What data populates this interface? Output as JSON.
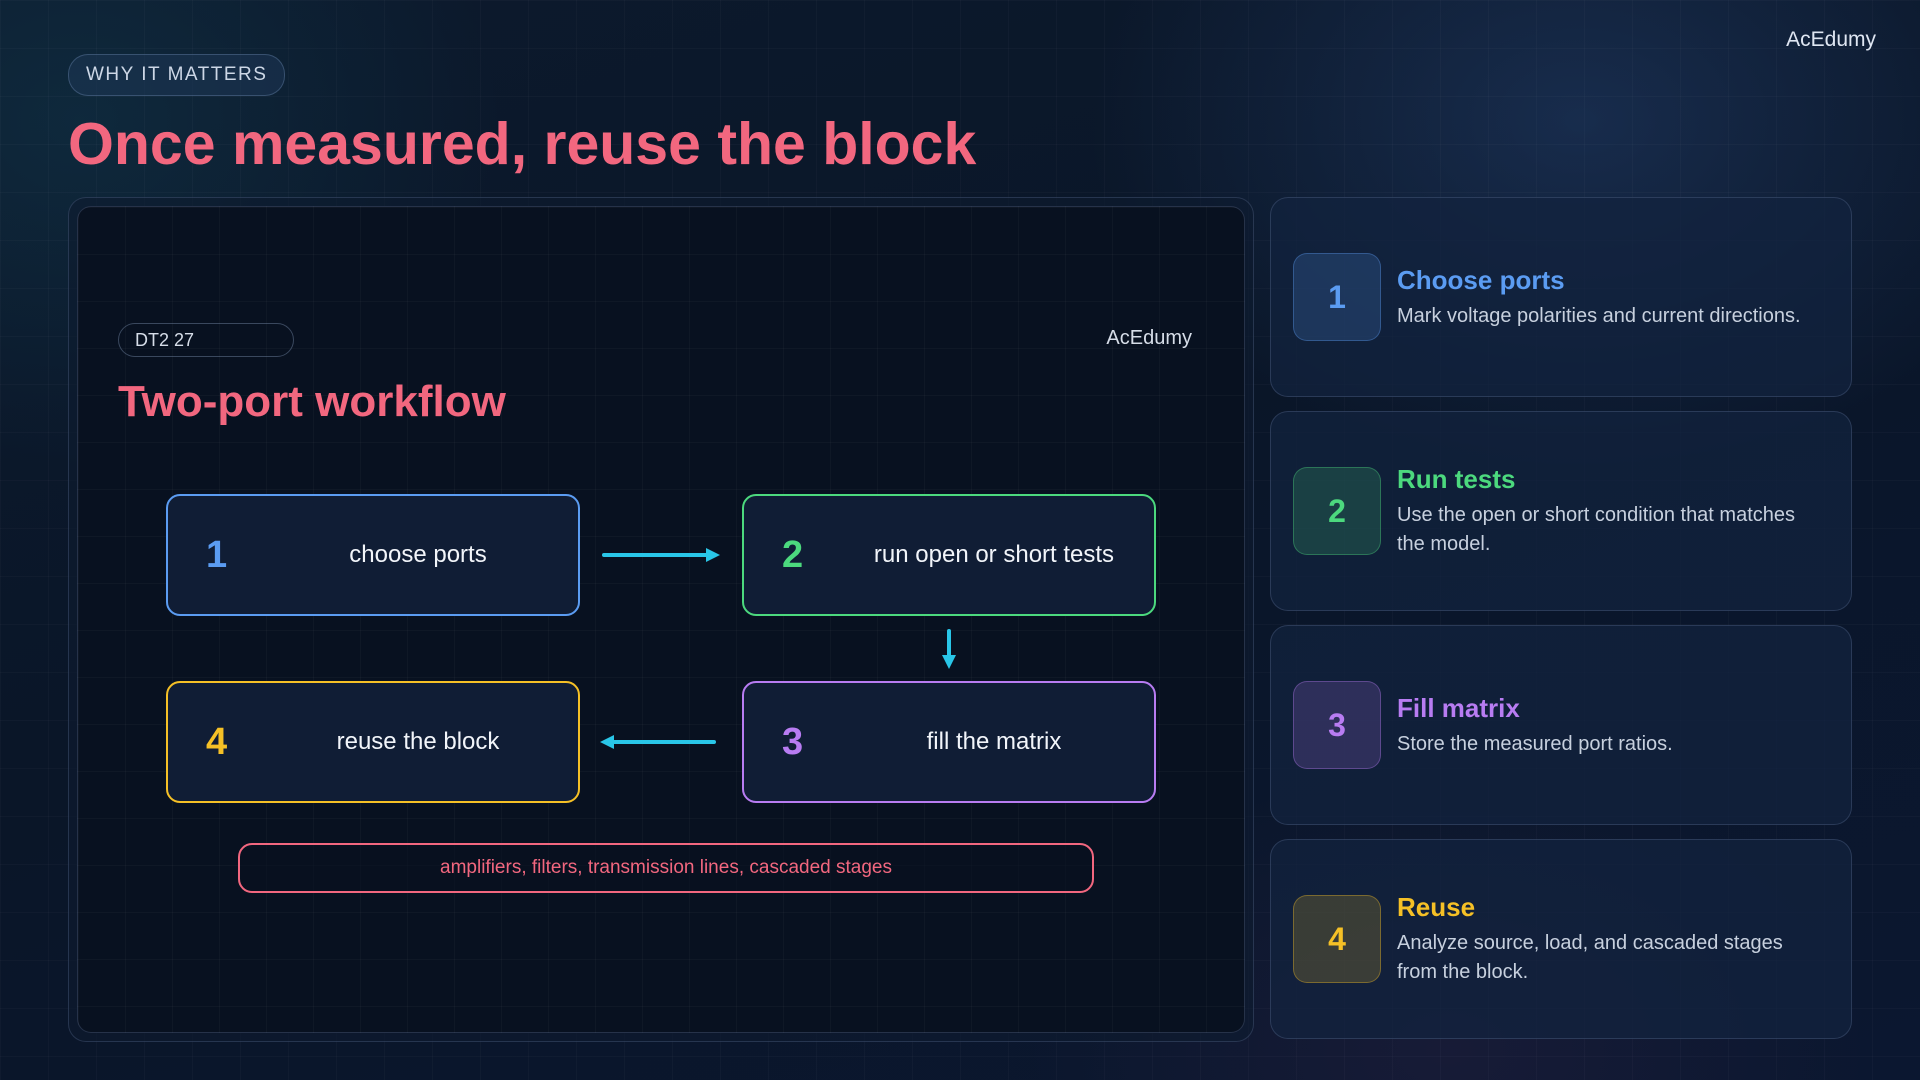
{
  "brand": "AcEdumy",
  "eyebrow": "WHY IT MATTERS",
  "title": "Once measured, reuse the block",
  "diagram": {
    "id_label": "DT2 27",
    "brand": "AcEdumy",
    "title": "Two-port workflow",
    "steps": [
      {
        "number": "1",
        "label": "choose ports",
        "color": "#5b9cf2"
      },
      {
        "number": "2",
        "label": "run open or short tests",
        "color": "#4cd97e"
      },
      {
        "number": "3",
        "label": "fill the matrix",
        "color": "#b87cf2"
      },
      {
        "number": "4",
        "label": "reuse the block",
        "color": "#f5c026"
      }
    ],
    "arrow_color": "#29c6e8",
    "footer": "amplifiers, filters, transmission lines, cascaded stages"
  },
  "cards": [
    {
      "number": "1",
      "title": "Choose ports",
      "description": "Mark voltage polarities and current directions.",
      "color": "#5b9cf2"
    },
    {
      "number": "2",
      "title": "Run tests",
      "description": "Use the open or short condition that matches the model.",
      "color": "#4cd97e"
    },
    {
      "number": "3",
      "title": "Fill matrix",
      "description": "Store the measured port ratios.",
      "color": "#b87cf2"
    },
    {
      "number": "4",
      "title": "Reuse",
      "description": "Analyze source, load, and cascaded stages from the block.",
      "color": "#f5c026"
    }
  ]
}
